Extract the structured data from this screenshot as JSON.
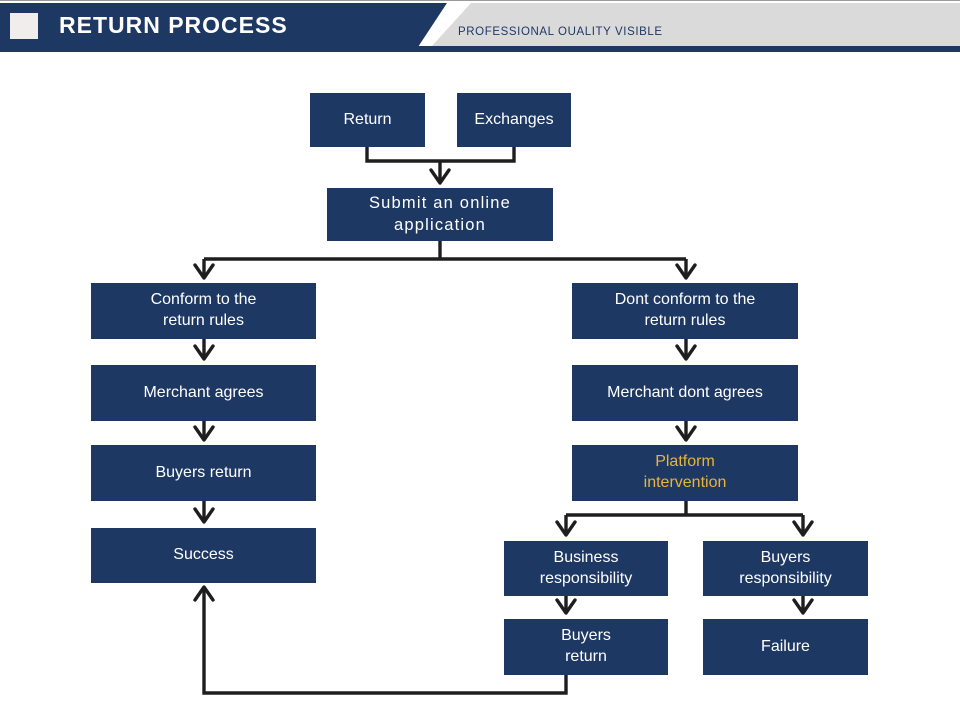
{
  "slide": {
    "header": {
      "title": "RETURN PROCESS",
      "tagline": "PROFESSIONAL OUALITY VISIBLE"
    },
    "colors": {
      "box_navy": "#1e3864",
      "banner_gray": "#dadada",
      "accent_square": "#f2eded",
      "box_text": "#ffffff",
      "highlight_text": "#e8b43c",
      "connector": "#1e1e1e",
      "background": "#ffffff"
    },
    "nodes": {
      "return": "Return",
      "exchanges": "Exchanges",
      "submit": "Submit an online\napplication",
      "conform": "Conform to the\nreturn rules",
      "dont_conform": "Dont conform to the\nreturn rules",
      "merchant_agrees": "Merchant agrees",
      "merchant_dont_agrees": "Merchant dont agrees",
      "buyers_return": "Buyers return",
      "platform_intervention": "Platform\nintervention",
      "success": "Success",
      "business_responsibility": "Business\nresponsibility",
      "buyers_responsibility": "Buyers\nresponsibility",
      "buyers_return_2": "Buyers\nreturn",
      "failure": "Failure"
    },
    "edges": [
      {
        "from": "return",
        "to": "submit"
      },
      {
        "from": "exchanges",
        "to": "submit"
      },
      {
        "from": "submit",
        "to": "conform"
      },
      {
        "from": "submit",
        "to": "dont_conform"
      },
      {
        "from": "conform",
        "to": "merchant_agrees"
      },
      {
        "from": "merchant_agrees",
        "to": "buyers_return"
      },
      {
        "from": "buyers_return",
        "to": "success"
      },
      {
        "from": "dont_conform",
        "to": "merchant_dont_agrees"
      },
      {
        "from": "merchant_dont_agrees",
        "to": "platform_intervention"
      },
      {
        "from": "platform_intervention",
        "to": "business_responsibility"
      },
      {
        "from": "platform_intervention",
        "to": "buyers_responsibility"
      },
      {
        "from": "business_responsibility",
        "to": "buyers_return_2"
      },
      {
        "from": "buyers_responsibility",
        "to": "failure"
      },
      {
        "from": "buyers_return_2",
        "to": "success"
      }
    ]
  }
}
